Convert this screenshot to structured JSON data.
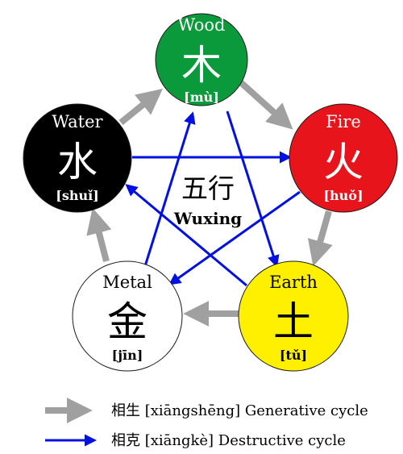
{
  "center": {
    "hanzi": "五行",
    "label": "Wuxing"
  },
  "elements": {
    "wood": {
      "name": "Wood",
      "hanzi": "木",
      "pinyin": "[mù]",
      "fill": "#0a9a3c",
      "text": "#ffffff"
    },
    "fire": {
      "name": "Fire",
      "hanzi": "火",
      "pinyin": "[huǒ]",
      "fill": "#e8141c",
      "text": "#ffffff"
    },
    "earth": {
      "name": "Earth",
      "hanzi": "土",
      "pinyin": "[tǔ]",
      "fill": "#fff000",
      "text": "#000000"
    },
    "metal": {
      "name": "Metal",
      "hanzi": "金",
      "pinyin": "[jīn]",
      "fill": "#ffffff",
      "text": "#000000"
    },
    "water": {
      "name": "Water",
      "hanzi": "水",
      "pinyin": "[shuǐ]",
      "fill": "#000000",
      "text": "#ffffff"
    }
  },
  "colors": {
    "generative": "#a0a0a0",
    "destructive": "#0010e0"
  },
  "legend": {
    "generative": "相生 [xiāngshēng] Generative cycle",
    "destructive": "相克 [xiāngkè] Destructive cycle"
  }
}
